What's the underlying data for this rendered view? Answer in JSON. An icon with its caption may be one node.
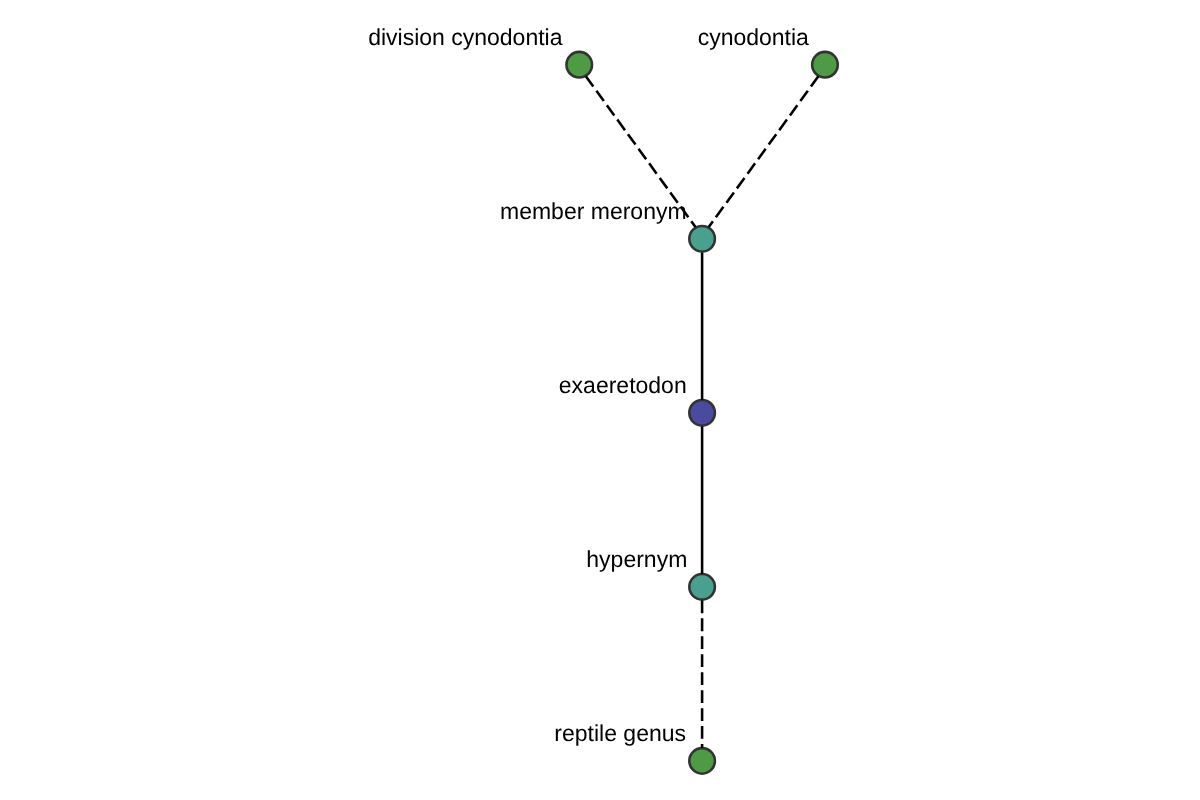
{
  "diagram": {
    "nodes": [
      {
        "text": [
          "division cynodontia"
        ]
      },
      {
        "text": [
          "cynodontia"
        ]
      },
      {
        "text": [
          "member meronym"
        ]
      },
      {
        "text": [
          "exaeretodon"
        ]
      },
      {
        "text": [
          "hypernym"
        ]
      },
      {
        "text": [
          "reptile genus"
        ]
      }
    ],
    "edges": [
      {
        "from": 0,
        "to": 2,
        "arrow": "none",
        "style": "dashed"
      },
      {
        "from": 1,
        "to": 2,
        "arrow": "none",
        "style": "dashed"
      },
      {
        "from": 2,
        "to": 3,
        "arrow": "none"
      },
      {
        "from": 3,
        "to": 4,
        "arrow": "none"
      },
      {
        "from": 4,
        "to": 5,
        "arrow": "none",
        "style": "dashed"
      }
    ]
  }
}
